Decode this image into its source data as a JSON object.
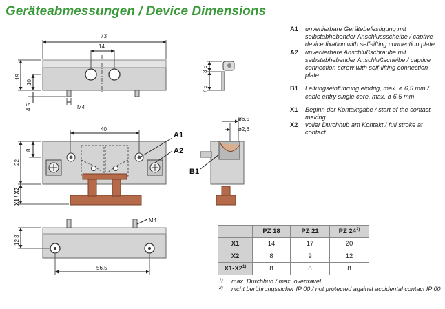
{
  "title": "Geräteabmessungen / Device Dimensions",
  "dims": {
    "d73": "73",
    "d14": "14",
    "d19": "19",
    "d10": "10",
    "d45": "4 5",
    "m4a": "M4",
    "d35": "3 5",
    "d75": "7 5",
    "d40": "40",
    "d8": "8",
    "d22": "22",
    "x1x2": "X1 / X2",
    "d65": "ø6,5",
    "d26": "ø2,6",
    "m4b": "M4",
    "d123": "12 3",
    "d565": "56,5"
  },
  "labels": {
    "a1": "A1",
    "a2": "A2",
    "b1": "B1"
  },
  "notes": [
    {
      "code": "A1",
      "text": "unverlierbare Gerätebefestigung mit selbstabhebender Anschlussscheibe / captive device fixation with self-lifting connection plate"
    },
    {
      "code": "A2",
      "text": "unverlierbare Anschlußschraube mit selbstabhebender Anschlußscheibe / captive connection screw with self-lifting connection plate"
    },
    {
      "code": "B1",
      "text": "Leitungseinführung eindrig, max. ø 6,5 mm / cable entry single core, max. ø 6.5 mm"
    },
    {
      "code": "X1",
      "text": "Beginn der Kontaktgabe / start of the contact making"
    },
    {
      "code": "X2",
      "text": "voller Durchhub am Kontakt / full stroke at contact"
    }
  ],
  "table": {
    "headers": [
      "",
      "PZ 18",
      "PZ 21",
      "PZ 24"
    ],
    "header_sup": "2)",
    "rows": [
      {
        "label": "X1",
        "values": [
          "14",
          "17",
          "20"
        ]
      },
      {
        "label": "X2",
        "values": [
          "8",
          "9",
          "12"
        ]
      },
      {
        "label": "X1-X2",
        "label_sup": "1)",
        "values": [
          "8",
          "8",
          "8"
        ]
      }
    ]
  },
  "footnotes": [
    {
      "mark": "1)",
      "text": "max. Durchhub / max. overtravel"
    },
    {
      "mark": "2)",
      "text": "nicht berührungssicher IP 00 / not protected against accidental contact IP 00"
    }
  ],
  "colors": {
    "title": "#3a9a3a",
    "body": "#d4d4d4",
    "plunger": "#b56a4a"
  }
}
